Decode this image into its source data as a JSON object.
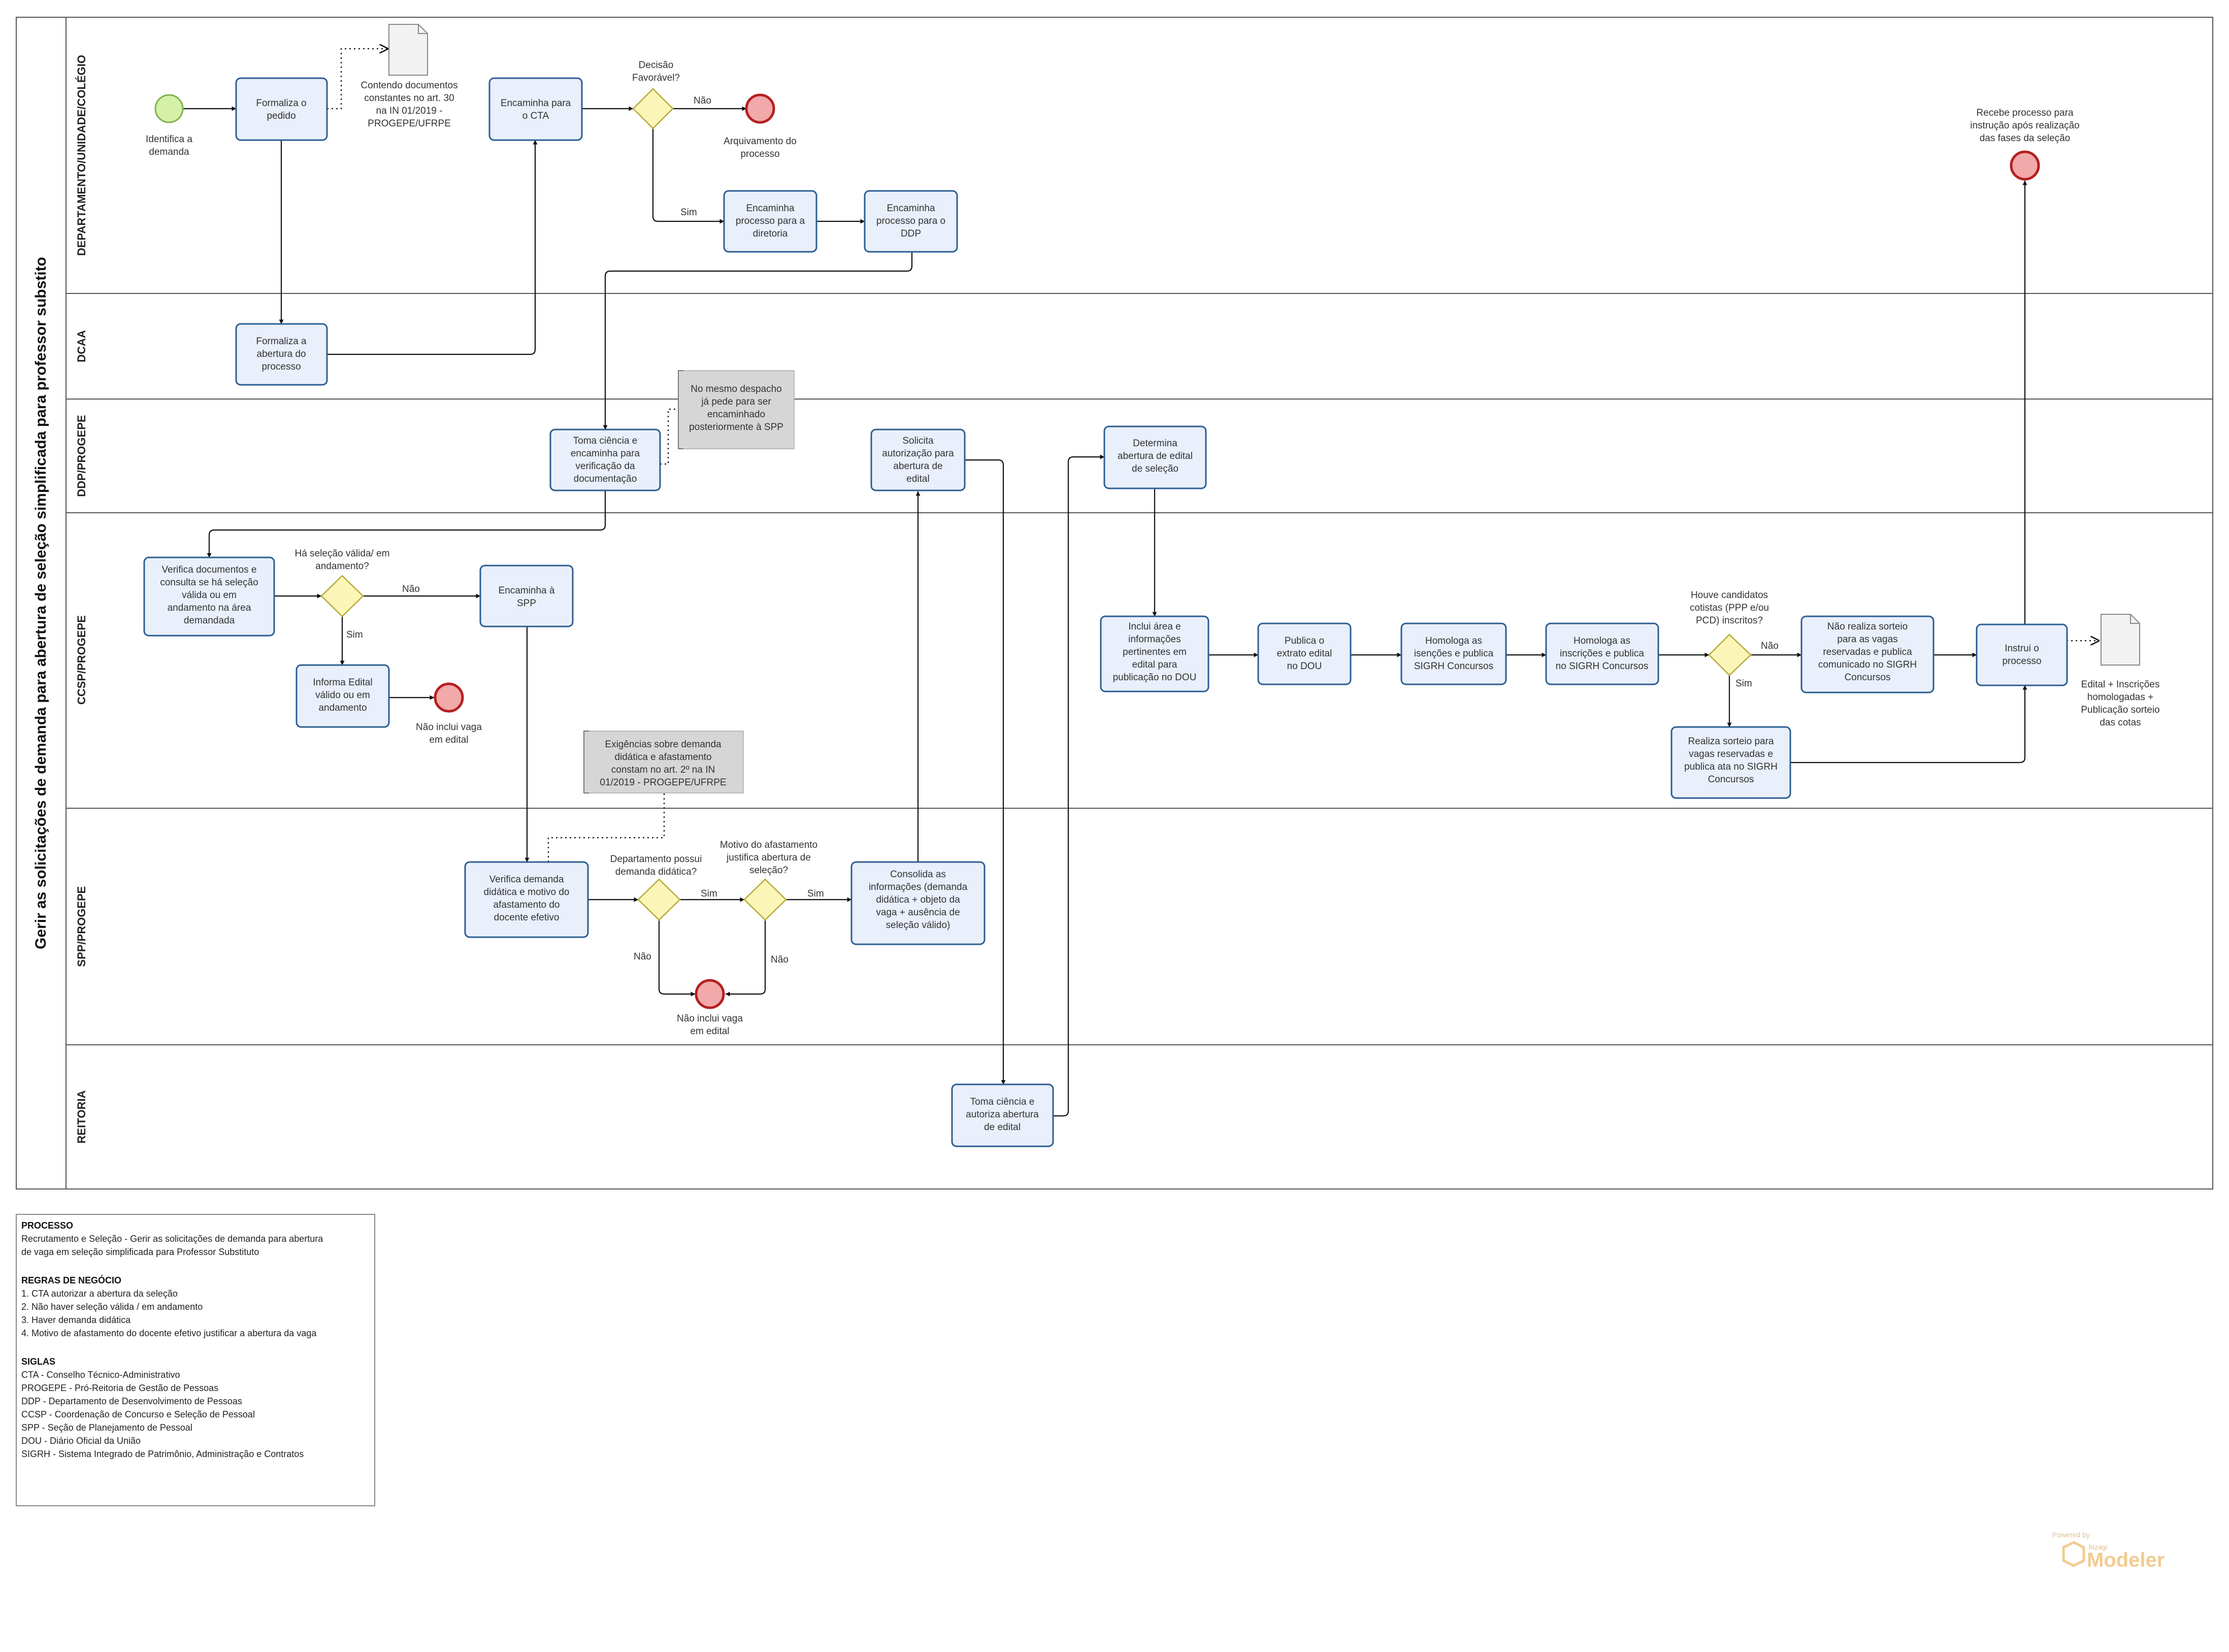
{
  "pool": {
    "title": "Gerir as solicitações de demanda para abertura de seleção simplificada para professor substito"
  },
  "lanes": [
    "DEPARTAMENTO/UNIDADE/COLÉGIO",
    "DCAA",
    "DDP/PROGEPE",
    "CCSP/PROGEPE",
    "SPP/PROGEPE",
    "REITORIA"
  ],
  "tasks": {
    "formaliza_pedido": "Formaliza o pedido",
    "encaminha_cta": "Encaminha para o CTA",
    "encaminha_diretoria": "Encaminha processo para a diretoria",
    "encaminha_ddp": "Encaminha processo para o DDP",
    "formaliza_abertura": "Formaliza a abertura do processo",
    "toma_ciencia_ddp": "Toma ciência e encaminha para verificação da documentação",
    "solicita_autorizacao": "Solicita autorização para abertura de edital",
    "determina_abertura": "Determina abertura de edital de seleção",
    "verifica_documentos": "Verifica documentos e consulta se há seleção válida ou em andamento na área demandada",
    "encaminha_spp": "Encaminha à SPP",
    "informa_edital": "Informa Edital válido ou em andamento",
    "inclui_area": "Inclui área e informações pertinentes em edital para publicação no DOU",
    "publica_extrato": "Publica o extrato edital no DOU",
    "homologa_isencoes": "Homologa as isenções e publica SIGRH Concursos",
    "homologa_inscricoes": "Homologa as inscrições e publica no SIGRH Concursos",
    "nao_realiza_sorteio": "Não realiza sorteio para as vagas reservadas e publica comunicado no SIGRH Concursos",
    "instrui_processo": "Instrui o processo",
    "realiza_sorteio": "Realiza sorteio para vagas reservadas e publica ata no SIGRH Concursos",
    "verifica_demanda": "Verifica demanda didática e motivo do afastamento do docente efetivo",
    "consolida": "Consolida as informações (demanda didática + objeto da vaga + ausência de seleção válido)",
    "toma_ciencia_reitoria": "Toma ciência e autoriza abertura de edital"
  },
  "events": {
    "start": "Identifica a demanda",
    "end_arquivamento": "Arquivamento do processo",
    "end_recebe": "Recebe processo para instrução após realização das fases da seleção",
    "end_nao_inclui_ccsp": "Não inclui vaga em edital",
    "end_nao_inclui_spp": "Não inclui vaga em edital"
  },
  "gateways": {
    "decisao": "Decisão Favorável?",
    "ha_selecao": "Há seleção válida/ em andamento?",
    "houve_candidatos": "Houve candidatos cotistas (PPP e/ou PCD) inscritos?",
    "departamento_possui": "Departamento possui demanda didática?",
    "motivo_afastamento": "Motivo do afastamento justifica abertura de seleção?"
  },
  "flow_labels": {
    "yes": "Sim",
    "no": "Não"
  },
  "artifacts": {
    "doc_in": "Contendo documentos constantes no art. 30 na IN 01/2019 - PROGEPE/UFRPE",
    "note_despacho": "No mesmo despacho já pede para ser encaminhado posteriormente à SPP",
    "note_exigencias": "Exigências sobre demanda didática e afastamento constam no art. 2º na IN 01/2019 - PROGEPE/UFRPE",
    "doc_out": "Edital + Inscrições homologadas + Publicação sorteio das cotas"
  },
  "legend": {
    "processo_title": "PROCESSO",
    "processo_text": "Recrutamento e Seleção - Gerir as solicitações de demanda para abertura de vaga em seleção simplificada para Professor Substituto",
    "regras_title": "REGRAS DE NEGÓCIO",
    "regras": [
      "1. CTA autorizar a abertura da seleção",
      "2. Não haver seleção válida / em andamento",
      "3. Haver demanda didática",
      "4. Motivo de afastamento do docente efetivo justificar a abertura da vaga"
    ],
    "siglas_title": "SIGLAS",
    "siglas": [
      "CTA - Conselho Técnico-Administrativo",
      "PROGEPE - Pró-Reitoria de Gestão de Pessoas",
      "DDP - Departamento de Desenvolvimento de Pessoas",
      "CCSP - Coordenação de Concurso e Seleção de Pessoal",
      "SPP - Seção de Planejamento de Pessoal",
      "DOU - Diário Oficial da União",
      "SIGRH - Sistema Integrado de Patrimônio, Administração e Contratos"
    ]
  },
  "branding": {
    "powered": "Powered by",
    "vendor": "bizagi",
    "product": "Modeler"
  },
  "colors": {
    "task_fill": "#e9effb",
    "task_stroke": "#2c5e92",
    "start_fill": "#d5f0a8",
    "start_stroke": "#7fb24a",
    "end_fill": "#f2a9a9",
    "end_stroke": "#b51f1f",
    "gateway_fill": "#fbf6b8",
    "gateway_stroke": "#b5ab3a",
    "note_fill": "#d6d6d6"
  }
}
